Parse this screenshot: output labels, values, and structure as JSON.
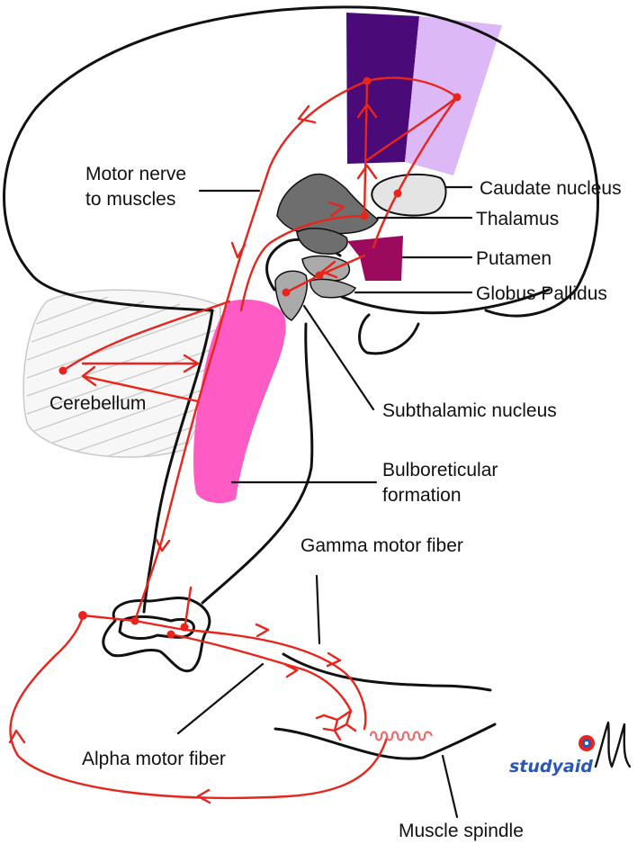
{
  "labels": {
    "motor_nerve_line1": "Motor nerve",
    "motor_nerve_line2": "to muscles",
    "caudate": "Caudate nucleus",
    "thalamus": "Thalamus",
    "putamen": "Putamen",
    "globus": "Globus Pallidus",
    "cerebellum": "Cerebellum",
    "subthalamic": "Subthalamic nucleus",
    "bulbo_line1": "Bulboreticular",
    "bulbo_line2": "formation",
    "gamma": "Gamma motor fiber",
    "alpha": "Alpha motor fiber",
    "spindle": "Muscle spindle"
  },
  "logo": {
    "text": "studyaid"
  },
  "colors": {
    "motor_cortex": "#4a0a78",
    "premotor_cortex": "#dcb8f6",
    "caudate": "#e4e4e4",
    "thalamus": "#6e6e6e",
    "putamen": "#9b0a5c",
    "globus": "#aaaaaa",
    "bulboreticular": "#ff5bc4",
    "pathways": "#e8241c"
  }
}
